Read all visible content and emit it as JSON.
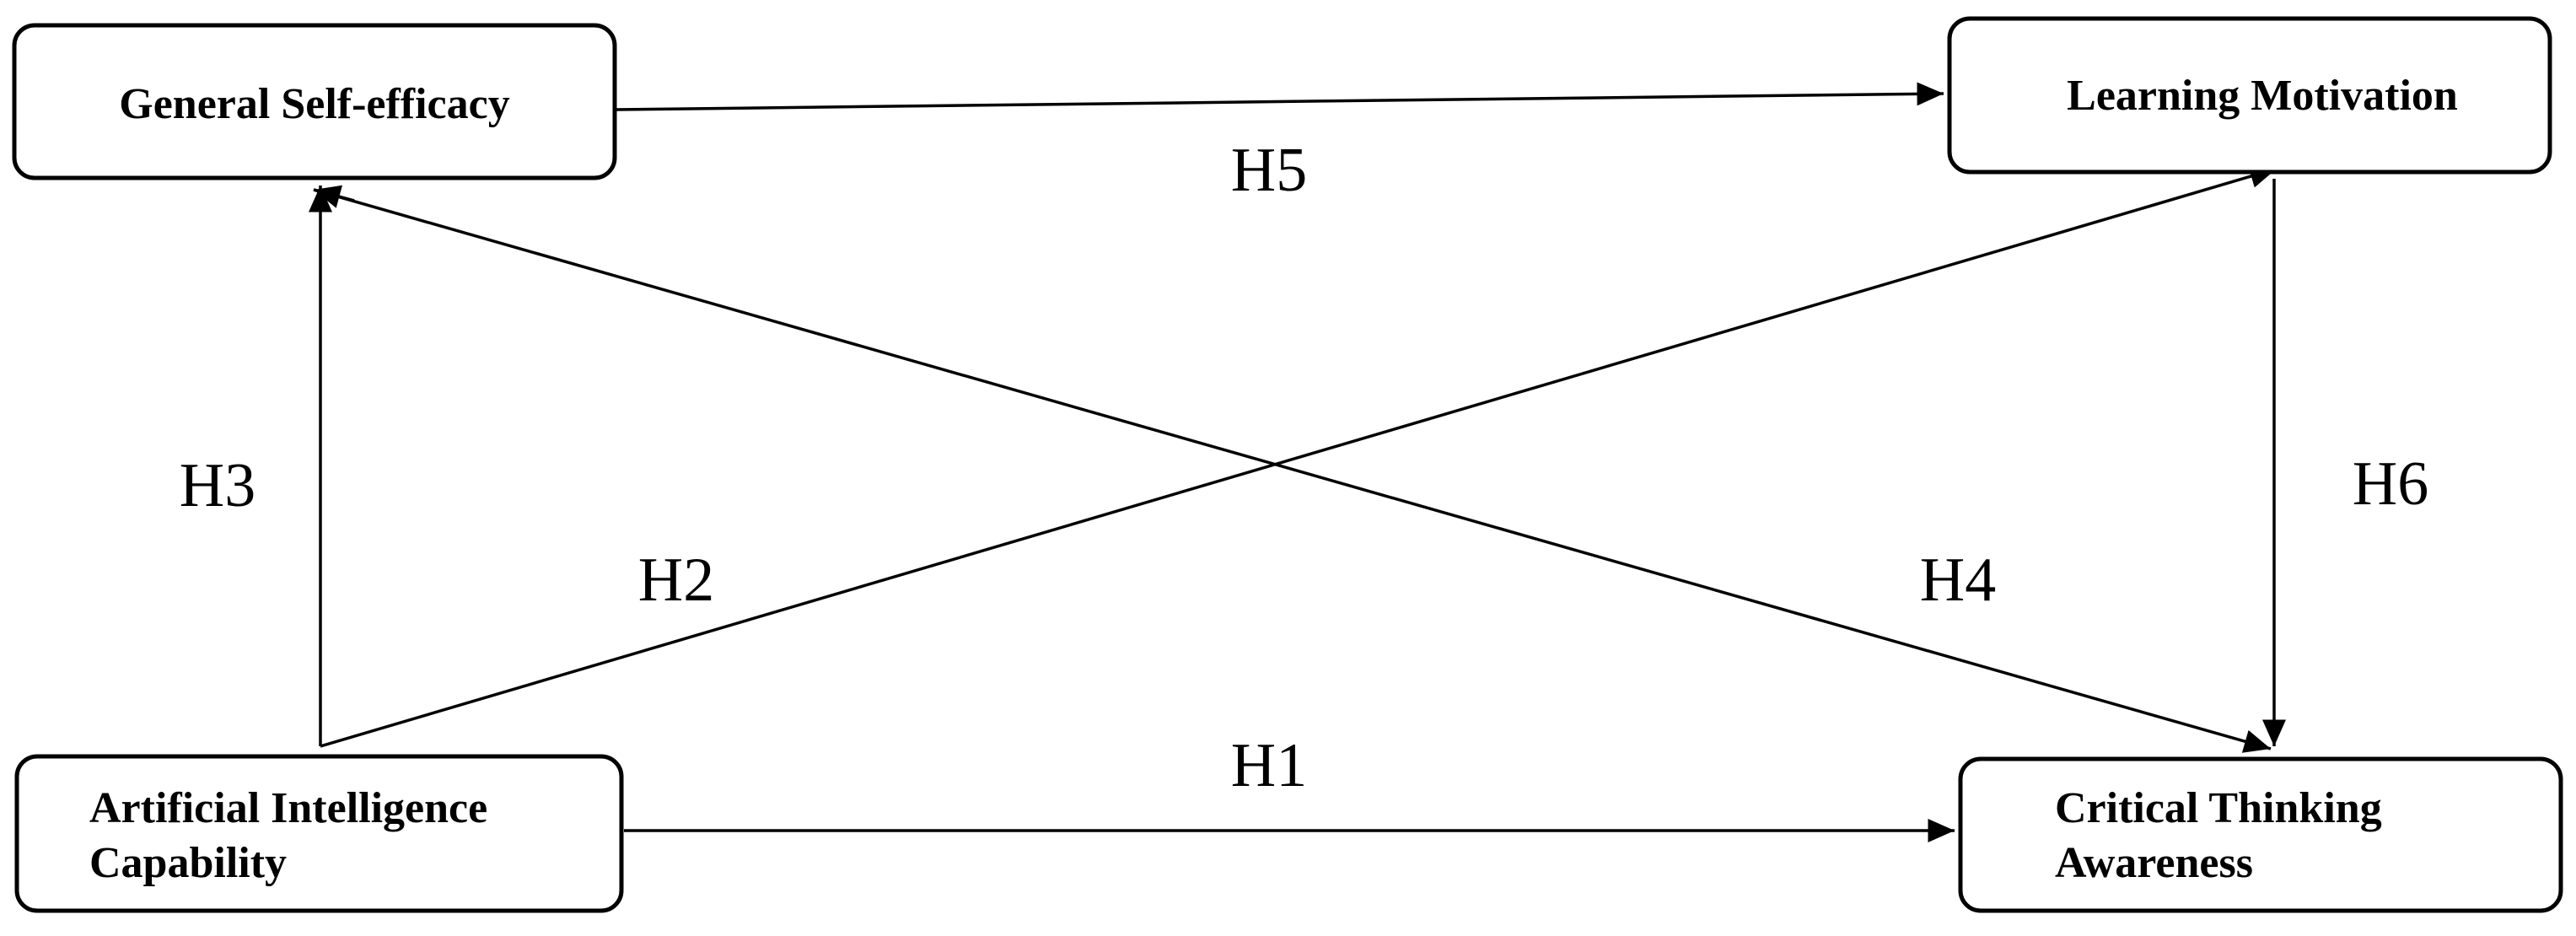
{
  "nodes": {
    "general_self_efficacy": {
      "lines": [
        "General Self-efficacy"
      ]
    },
    "learning_motivation": {
      "lines": [
        "Learning Motivation"
      ]
    },
    "ai_capability": {
      "lines": [
        "Artificial Intelligence",
        "Capability"
      ]
    },
    "critical_thinking": {
      "lines": [
        "Critical Thinking",
        "Awareness"
      ]
    }
  },
  "edges": {
    "h1": {
      "label": "H1",
      "from": "Artificial Intelligence Capability",
      "to": "Critical Thinking Awareness"
    },
    "h2": {
      "label": "H2",
      "from": "Artificial Intelligence Capability",
      "to": "Learning Motivation"
    },
    "h3": {
      "label": "H3",
      "from": "Artificial Intelligence Capability",
      "to": "General Self-efficacy"
    },
    "h4": {
      "label": "H4",
      "from": "General Self-efficacy",
      "to": "Critical Thinking Awareness"
    },
    "h5": {
      "label": "H5",
      "from": "General Self-efficacy",
      "to": "Learning Motivation"
    },
    "h6": {
      "label": "H6",
      "from": "Learning Motivation",
      "to": "Critical Thinking Awareness"
    }
  },
  "colors": {
    "stroke": "#000000",
    "background": "#ffffff"
  }
}
